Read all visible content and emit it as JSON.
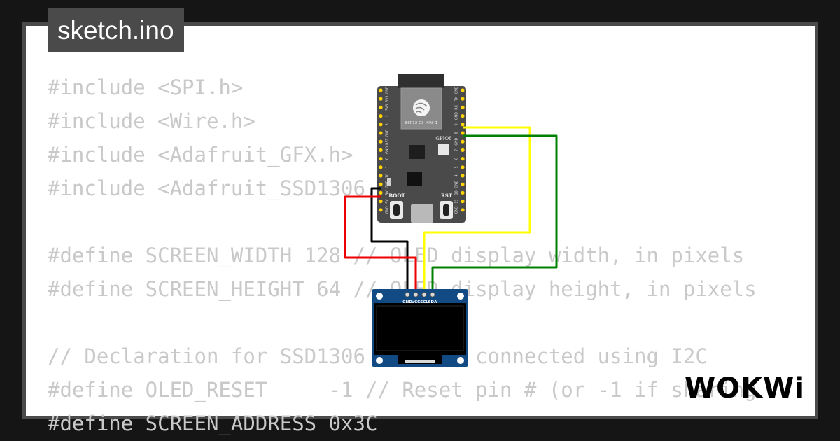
{
  "file_tab": {
    "title": "sketch.ino"
  },
  "code": {
    "lines": [
      "#include <SPI.h>",
      "#include <Wire.h>",
      "#include <Adafruit_GFX.h>",
      "#include <Adafruit_SSD1306.h>",
      "",
      "#define SCREEN_WIDTH 128 // OLED display width, in pixels",
      "#define SCREEN_HEIGHT 64 // OLED display height, in pixels",
      "",
      "// Declaration for SSD1306 display connected using I2C",
      "#define OLED_RESET     -1 // Reset pin # (or -1 if sharing",
      "#define SCREEN_ADDRESS 0x3C"
    ]
  },
  "board": {
    "module_label": "ESP32-C3-MINI-1",
    "gpio_label": "GPIO8",
    "boot_label": "BOOT",
    "rst_label": "RST",
    "left_pins": [
      "GND",
      "3V3",
      "3V3",
      "2",
      "3",
      "GND",
      "RST",
      "GND",
      "0",
      "1",
      "10",
      "GND",
      "5V",
      "5V",
      "GND"
    ],
    "right_pins": [
      "GND",
      "TX",
      "RX",
      "GND",
      "9",
      "8",
      "GND",
      "7",
      "6",
      "5",
      "4",
      "GND",
      "18",
      "19",
      "GND"
    ]
  },
  "oled": {
    "pins": [
      "GND",
      "VCC",
      "SCL",
      "SDA"
    ]
  },
  "wires": [
    {
      "name": "gnd",
      "color": "#000000"
    },
    {
      "name": "vcc",
      "color": "#ee0000"
    },
    {
      "name": "scl",
      "color": "#ffff00"
    },
    {
      "name": "sda",
      "color": "#008000"
    }
  ],
  "brand": {
    "logo_text": "WOKWi"
  }
}
